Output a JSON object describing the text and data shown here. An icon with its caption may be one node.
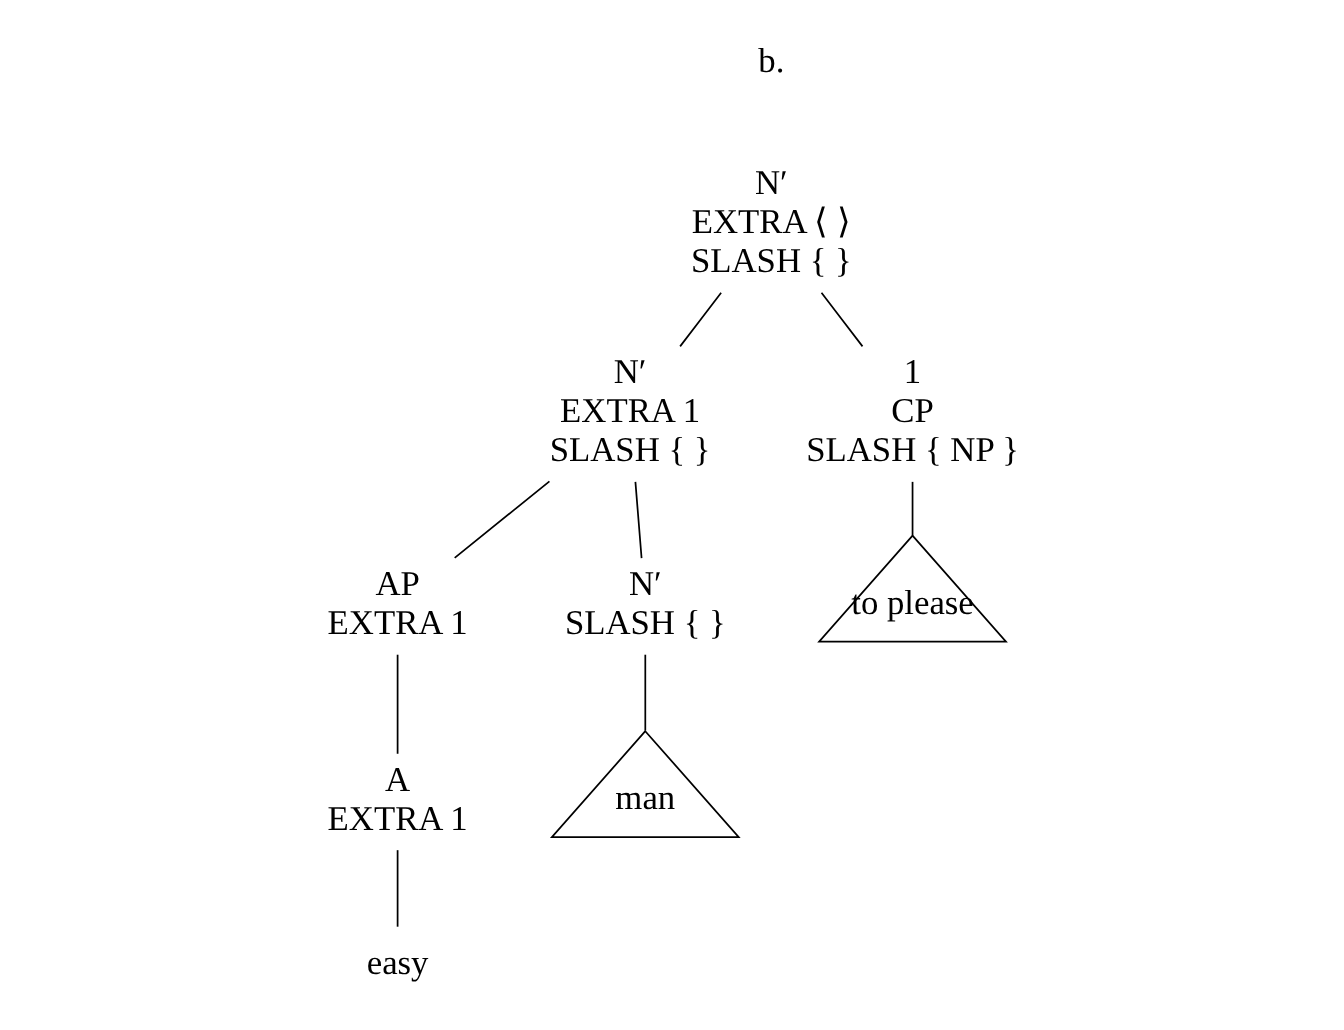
{
  "diagram": {
    "nodes": [
      {
        "text": [
          "N′",
          "EXTRA ⟨ ⟩",
          "SLASH { }"
        ]
      },
      {
        "text": [
          "N′",
          "EXTRA 1",
          "SLASH { }"
        ]
      },
      {
        "text": [
          "1",
          "CP",
          "SLASH { NP }"
        ]
      },
      {
        "text": [
          "to please"
        ]
      },
      {
        "text": [
          "AP",
          "EXTRA 1"
        ]
      },
      {
        "text": [
          "N′",
          "SLASH { }"
        ]
      },
      {
        "text": [
          "A",
          "EXTRA 1"
        ]
      },
      {
        "text": [
          "man"
        ]
      },
      {
        "text": [
          "easy"
        ]
      }
    ],
    "edges": [
      {
        "from": 0,
        "to": 1,
        "arrow": "none"
      },
      {
        "from": 0,
        "to": 2,
        "arrow": "none"
      },
      {
        "from": 2,
        "to": 3,
        "arrow": "none"
      },
      {
        "from": 1,
        "to": 4,
        "arrow": "none"
      },
      {
        "from": 1,
        "to": 5,
        "arrow": "none"
      },
      {
        "from": 4,
        "to": 6,
        "arrow": "none"
      },
      {
        "from": 5,
        "to": 7,
        "arrow": "none"
      },
      {
        "from": 6,
        "to": 8,
        "arrow": "none"
      }
    ],
    "labels": [
      "b."
    ]
  }
}
